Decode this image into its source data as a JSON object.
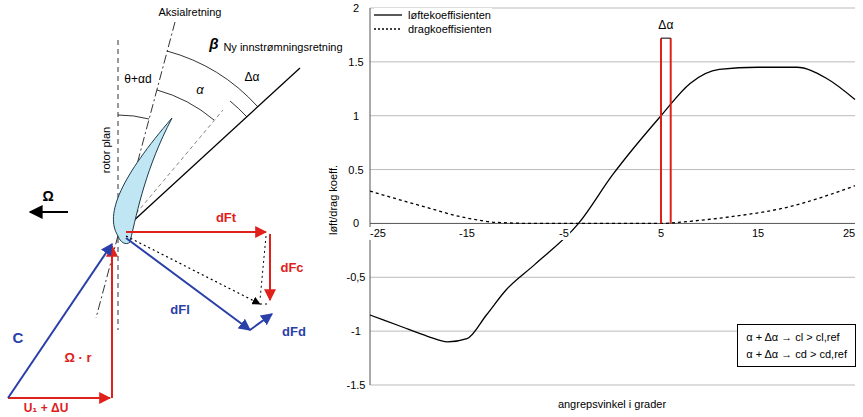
{
  "diagram": {
    "nodes": [
      {
        "text": [
          "α + Δα → cl > cl,ref",
          "α + Δα → cd > cd,ref"
        ]
      }
    ],
    "edges": [],
    "labels": [
      "Aksialretning",
      "β",
      "Ny innstrømningsretning",
      "θ+αd",
      "α",
      "Δα",
      "rotor plan",
      "Ω",
      "dFt",
      "dFc",
      "dFl",
      "dFd",
      "C",
      "Ω · r",
      "U₁ + ΔU",
      "Δα",
      "2",
      "1.5",
      "1",
      "0.5",
      "0",
      "-0,5",
      "-1",
      "-1.5",
      "-25",
      "-15",
      "-5",
      "5",
      "15",
      "25",
      "løft/drag koeff.",
      "angrepsvinkel i grader"
    ],
    "legend": [
      {
        "text": "løftekoeffisienten"
      },
      {
        "text": "dragkoeffisienten"
      }
    ]
  }
}
